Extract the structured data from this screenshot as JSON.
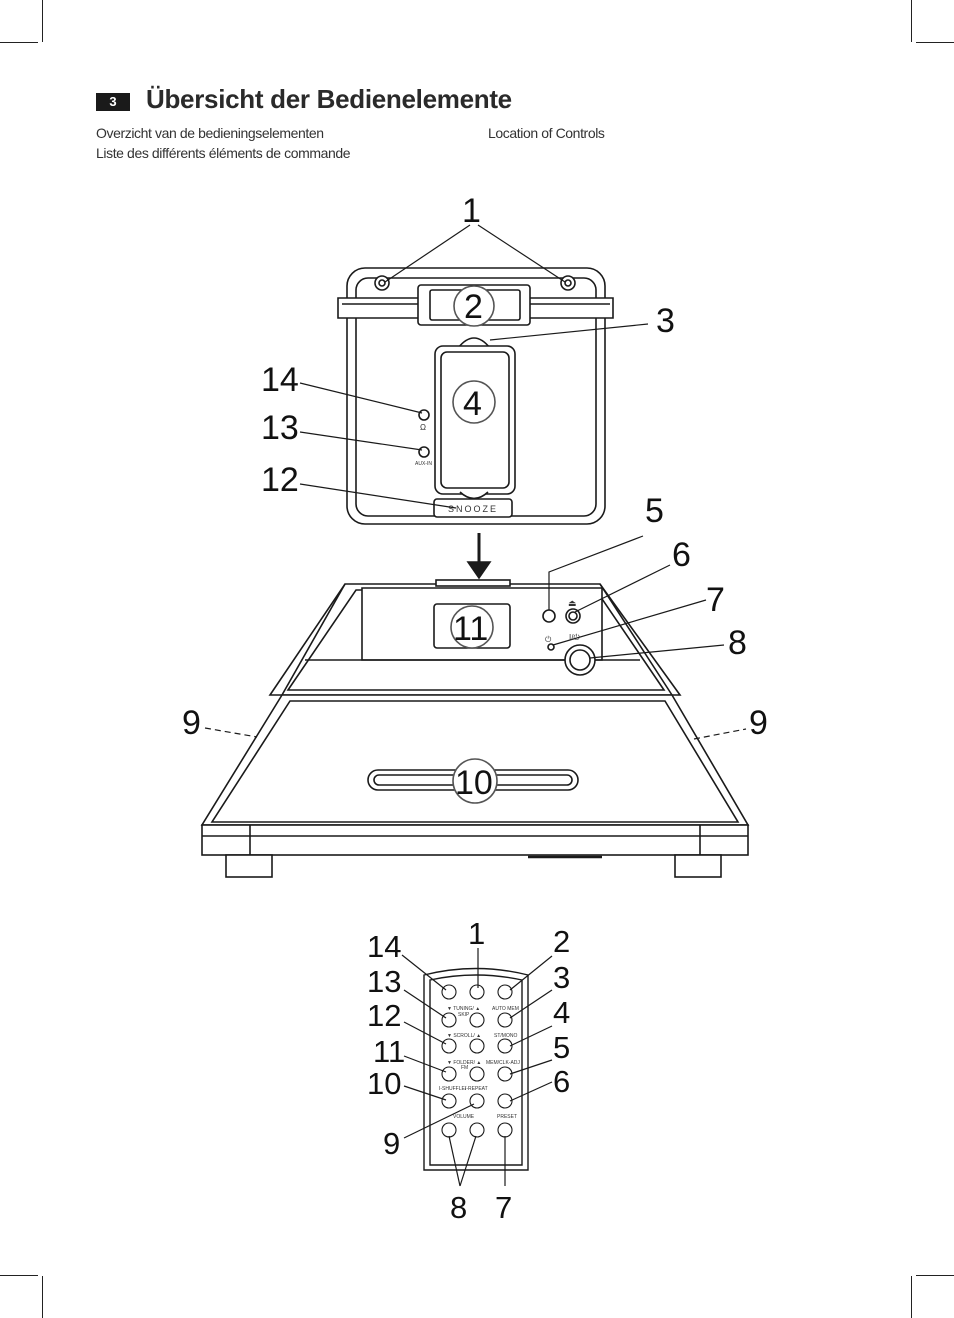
{
  "section": {
    "number": "3",
    "title": "Übersicht der Bedienelemente"
  },
  "subtitles": {
    "dutch": "Overzicht van de bedieningselementen",
    "french": "Liste des différents éléments de commande",
    "english": "Location of Controls"
  },
  "device": {
    "callouts": [
      "1",
      "2",
      "3",
      "4",
      "5",
      "6",
      "7",
      "8",
      "9",
      "9",
      "10",
      "11",
      "12",
      "13",
      "14"
    ],
    "labels": {
      "brand": "SNOOZE",
      "aux_in": "AUX-IN",
      "power_symbol": "I/⏻"
    }
  },
  "remote": {
    "callouts_left": [
      "14",
      "13",
      "12",
      "11",
      "10",
      "9"
    ],
    "callouts_right": [
      "2",
      "3",
      "4",
      "5",
      "6"
    ],
    "callouts_top": [
      "1"
    ],
    "callouts_bottom": [
      "8",
      "7"
    ],
    "labels": {
      "tuning": "▼ TUNING/ ▲",
      "skip": "SKIP",
      "auto_mem": "AUTO MEM",
      "scroll": "▼ SCROLL/ ▲",
      "st_mono": "ST/MONO",
      "folder": "▼ FOLDER/ ▲",
      "fm": "FM",
      "mem_clk_adj": "MEM/CLK-ADJ",
      "shuffle": "I-SHUFFLE/",
      "repeat": "I-REPEAT",
      "volume": "VOLUME",
      "preset": "PRESET"
    }
  },
  "colors": {
    "ink": "#1a1a1a",
    "callout_ring": "#555555",
    "device_fill": "#ffffff"
  }
}
